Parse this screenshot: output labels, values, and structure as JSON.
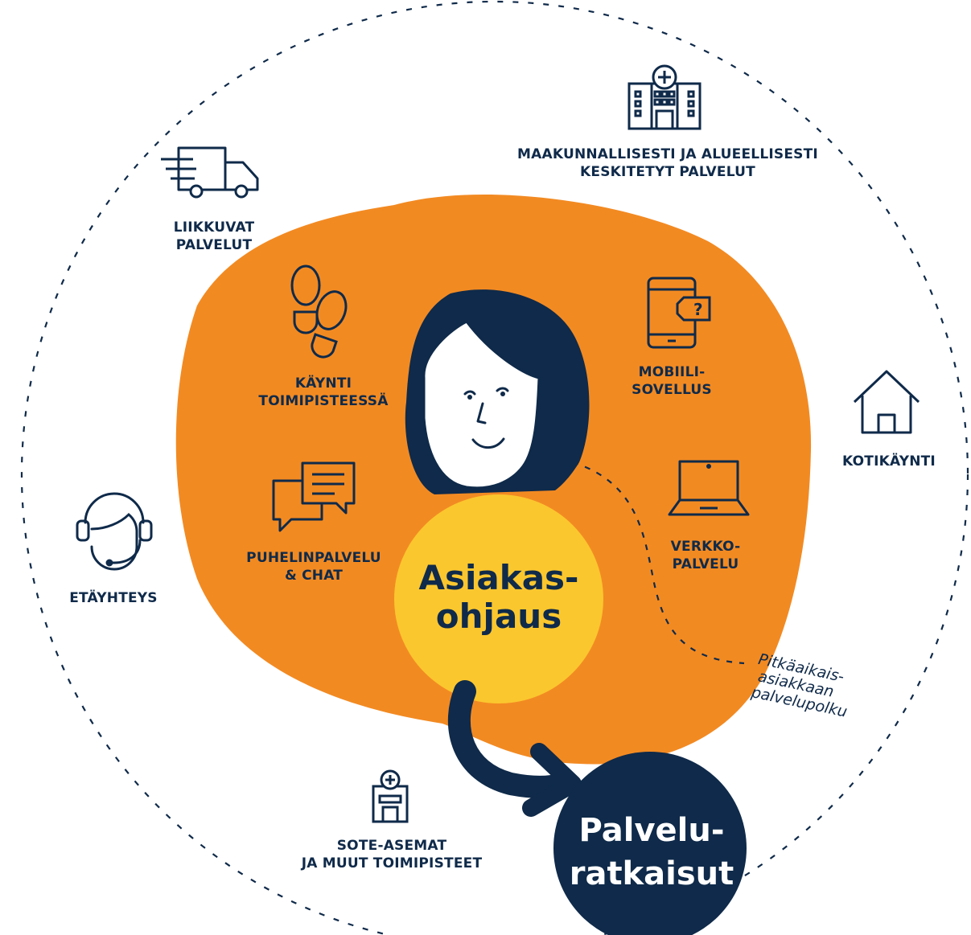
{
  "colors": {
    "navy": "#0f2a4a",
    "orange": "#f28a22",
    "yellow": "#fbc72e",
    "white": "#ffffff",
    "skin": "#ffffff"
  },
  "labels": {
    "maakunnalliset": "MAAKUNNALLISESTI JA ALUEELLISESTI\nKESKITETYT PALVELUT",
    "liikkuvat": "LIIKKUVAT\nPALVELUT",
    "kaynti": "KÄYNTI\nTOIMIPISTEESSÄ",
    "mobiili": "MOBIILI-\nSOVELLUS",
    "kotikaynti": "KOTIKÄYNTI",
    "puhelin": "PUHELINPALVELU\n& CHAT",
    "verkko": "VERKKO-\nPALVELU",
    "etayhteys": "ETÄYHTEYS",
    "soteasemat": "SOTE-ASEMAT\nJA MUUT TOIMIPISTEET"
  },
  "center": {
    "asiakasohjaus": "Asiakas-\nohjaus",
    "palveluratkaisut": "Palvelu-\nratkaisut"
  },
  "path_note": {
    "line1": "Pitkäaikais-",
    "line2": "asiakkaan",
    "line3": "palvelupolku"
  },
  "icons": [
    "hospital-building-icon",
    "delivery-truck-icon",
    "footprints-icon",
    "mobile-help-icon",
    "house-icon",
    "chat-bubbles-icon",
    "laptop-icon",
    "headset-icon",
    "health-station-icon"
  ]
}
